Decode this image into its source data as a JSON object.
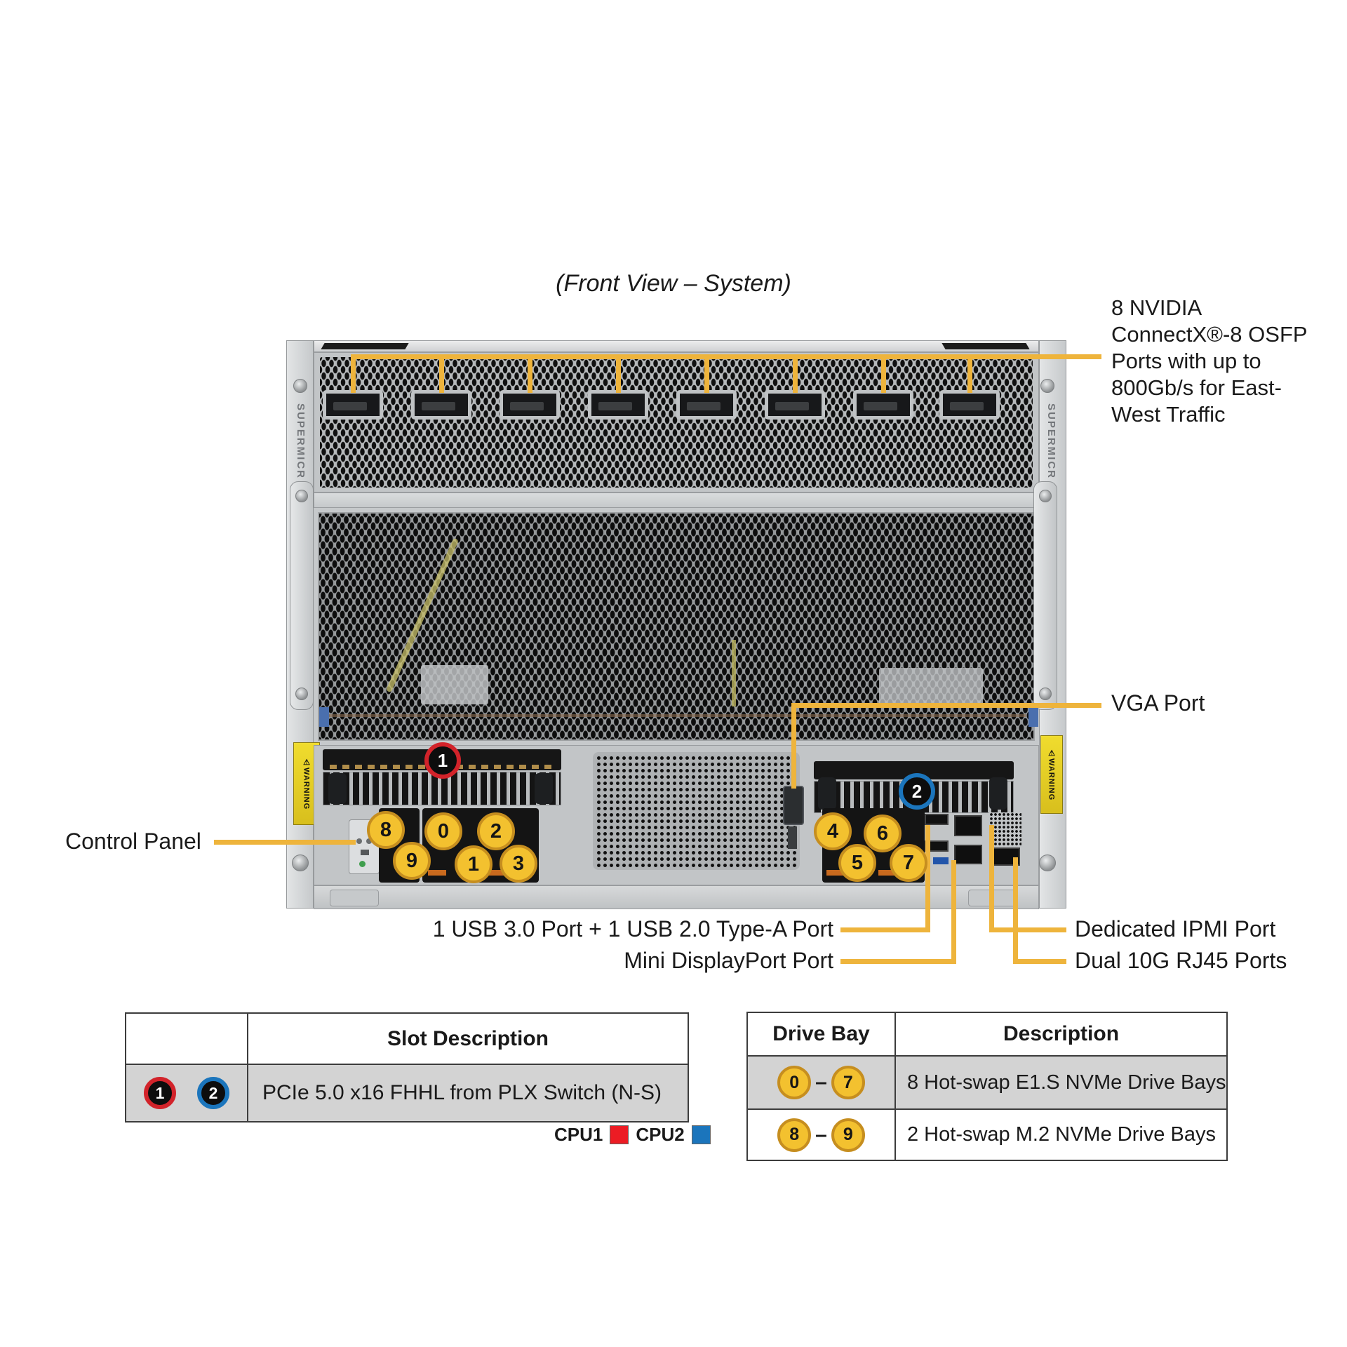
{
  "title": "(Front View – System)",
  "chassis": {
    "brand": "SUPERMICR",
    "warning": "WARNING"
  },
  "icons": {
    "warning": "⚠"
  },
  "callouts": {
    "osfp": "8 NVIDIA ConnectX®-8 OSFP Ports with up to 800Gb/s for East-West Traffic",
    "vga": "VGA Port",
    "control_panel": "Control Panel",
    "usb": "1 USB 3.0 Port + 1 USB 2.0 Type-A Port",
    "mini_dp": "Mini DisplayPort Port",
    "ipmi": "Dedicated IPMI Port",
    "rj45": "Dual 10G RJ45 Ports"
  },
  "chassis_badges": {
    "slot1": "1",
    "slot2": "2",
    "left": [
      "8",
      "9",
      "0",
      "1",
      "2",
      "3"
    ],
    "right": [
      "4",
      "6",
      "5",
      "7"
    ]
  },
  "slot_table": {
    "header": "Slot Description",
    "row": {
      "slots": [
        "1",
        "2"
      ],
      "description": "PCIe 5.0 x16 FHHL from PLX Switch (N-S)"
    },
    "legend": [
      {
        "label": "CPU1"
      },
      {
        "label": "CPU2"
      }
    ]
  },
  "drive_table": {
    "header_bay": "Drive Bay",
    "header_desc": "Description",
    "range_separator": "–",
    "rows": [
      {
        "from": "0",
        "to": "7",
        "description": "8 Hot-swap E1.S NVMe Drive Bays"
      },
      {
        "from": "8",
        "to": "9",
        "description": "2 Hot-swap M.2 NVMe Drive Bays"
      }
    ]
  },
  "colors": {
    "accent": "#EEB43C",
    "red": "#D2232A",
    "blue": "#1B75BC",
    "yellow": "#F3C12F",
    "yellowBorder": "#C68E1F",
    "cpu1": "#EC1C24",
    "cpu2": "#1B75BC",
    "rowGray": "#D3D3D3"
  }
}
